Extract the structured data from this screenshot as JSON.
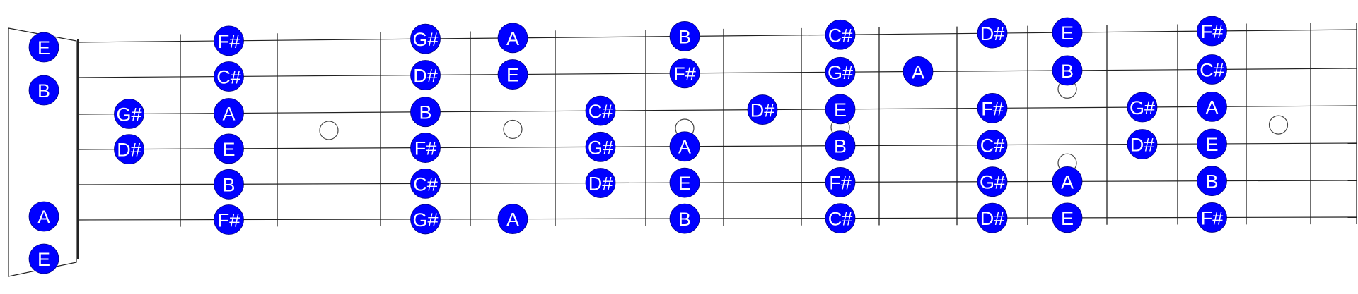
{
  "fretboard": {
    "string_count": 6,
    "fret_count": 16,
    "inlay_frets": [
      3,
      5,
      7,
      9,
      12,
      15
    ],
    "colors": {
      "note_fill": "#0000ff",
      "note_text": "#ffffff",
      "lines": "#222222",
      "inlay": "#444444"
    }
  },
  "notes": [
    {
      "label": "E",
      "string": 1,
      "fret": 0
    },
    {
      "label": "B",
      "string": 2,
      "fret": 0
    },
    {
      "label": "A",
      "string": 5,
      "fret": 0
    },
    {
      "label": "E",
      "string": 6,
      "fret": 0
    },
    {
      "label": "G#",
      "string": 3,
      "fret": 1
    },
    {
      "label": "D#",
      "string": 4,
      "fret": 1
    },
    {
      "label": "F#",
      "string": 1,
      "fret": 2
    },
    {
      "label": "C#",
      "string": 2,
      "fret": 2
    },
    {
      "label": "A",
      "string": 3,
      "fret": 2
    },
    {
      "label": "E",
      "string": 4,
      "fret": 2
    },
    {
      "label": "B",
      "string": 5,
      "fret": 2
    },
    {
      "label": "F#",
      "string": 6,
      "fret": 2
    },
    {
      "label": "G#",
      "string": 1,
      "fret": 4
    },
    {
      "label": "D#",
      "string": 2,
      "fret": 4
    },
    {
      "label": "B",
      "string": 3,
      "fret": 4
    },
    {
      "label": "F#",
      "string": 4,
      "fret": 4
    },
    {
      "label": "C#",
      "string": 5,
      "fret": 4
    },
    {
      "label": "G#",
      "string": 6,
      "fret": 4
    },
    {
      "label": "A",
      "string": 1,
      "fret": 5
    },
    {
      "label": "E",
      "string": 2,
      "fret": 5
    },
    {
      "label": "A",
      "string": 6,
      "fret": 5
    },
    {
      "label": "C#",
      "string": 3,
      "fret": 6
    },
    {
      "label": "G#",
      "string": 4,
      "fret": 6
    },
    {
      "label": "D#",
      "string": 5,
      "fret": 6
    },
    {
      "label": "B",
      "string": 1,
      "fret": 7
    },
    {
      "label": "F#",
      "string": 2,
      "fret": 7
    },
    {
      "label": "A",
      "string": 4,
      "fret": 7
    },
    {
      "label": "E",
      "string": 5,
      "fret": 7
    },
    {
      "label": "B",
      "string": 6,
      "fret": 7
    },
    {
      "label": "D#",
      "string": 3,
      "fret": 8
    },
    {
      "label": "C#",
      "string": 1,
      "fret": 9
    },
    {
      "label": "G#",
      "string": 2,
      "fret": 9
    },
    {
      "label": "E",
      "string": 3,
      "fret": 9
    },
    {
      "label": "B",
      "string": 4,
      "fret": 9
    },
    {
      "label": "F#",
      "string": 5,
      "fret": 9
    },
    {
      "label": "C#",
      "string": 6,
      "fret": 9
    },
    {
      "label": "A",
      "string": 2,
      "fret": 10
    },
    {
      "label": "D#",
      "string": 1,
      "fret": 11
    },
    {
      "label": "F#",
      "string": 3,
      "fret": 11
    },
    {
      "label": "C#",
      "string": 4,
      "fret": 11
    },
    {
      "label": "G#",
      "string": 5,
      "fret": 11
    },
    {
      "label": "D#",
      "string": 6,
      "fret": 11
    },
    {
      "label": "E",
      "string": 1,
      "fret": 12
    },
    {
      "label": "B",
      "string": 2,
      "fret": 12
    },
    {
      "label": "A",
      "string": 5,
      "fret": 12
    },
    {
      "label": "E",
      "string": 6,
      "fret": 12
    },
    {
      "label": "G#",
      "string": 3,
      "fret": 13
    },
    {
      "label": "D#",
      "string": 4,
      "fret": 13
    },
    {
      "label": "F#",
      "string": 1,
      "fret": 14
    },
    {
      "label": "C#",
      "string": 2,
      "fret": 14
    },
    {
      "label": "A",
      "string": 3,
      "fret": 14
    },
    {
      "label": "E",
      "string": 4,
      "fret": 14
    },
    {
      "label": "B",
      "string": 5,
      "fret": 14
    },
    {
      "label": "F#",
      "string": 6,
      "fret": 14
    }
  ]
}
